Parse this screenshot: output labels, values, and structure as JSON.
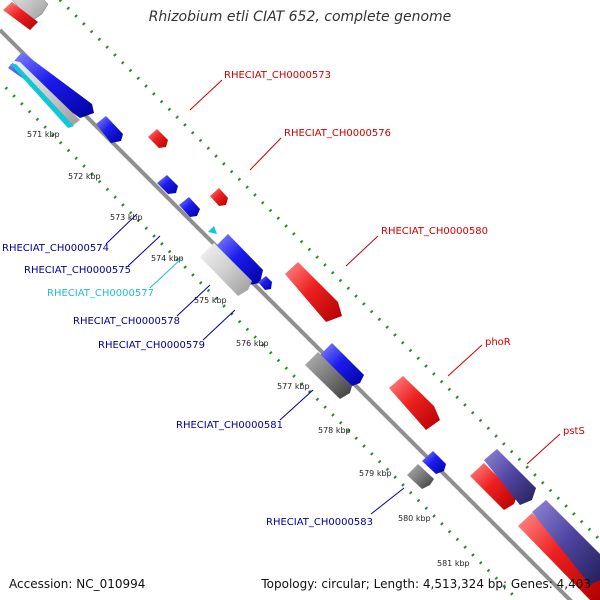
{
  "title": "Rhizobium etli CIAT 652, complete genome",
  "accession": "Accession: NC_010994",
  "summary": "Topology: circular; Length: 4,513,324 bp; Genes: 4,403",
  "colors": {
    "forward_gene": "#e8151b",
    "reverse_gene": "#1a1ae6",
    "pseudo_or_other": "#8c8c8c",
    "rna_or_special": "#12c6d8",
    "ruler_dots": "#2a8a2a",
    "backbone": "#8c8c8c",
    "label_red": "#cc0000",
    "label_blue": "#000099",
    "label_cyan": "#22bcd4",
    "dark_purple": "#3d3580"
  },
  "kbp_ticks": [
    "571 kbp",
    "572 kbp",
    "573 kbp",
    "574 kbp",
    "575 kbp",
    "576 kbp",
    "577 kbp",
    "578 kbp",
    "579 kbp",
    "580 kbp",
    "581 kbp"
  ],
  "gene_labels": {
    "outer": [
      "RHECIAT_CH0000573",
      "RHECIAT_CH0000576",
      "RHECIAT_CH0000580",
      "phoR",
      "pstS"
    ],
    "inner": [
      "RHECIAT_CH0000574",
      "RHECIAT_CH0000575",
      "RHECIAT_CH0000577",
      "RHECIAT_CH0000578",
      "RHECIAT_CH0000579",
      "RHECIAT_CH0000581",
      "RHECIAT_CH0000583"
    ]
  }
}
